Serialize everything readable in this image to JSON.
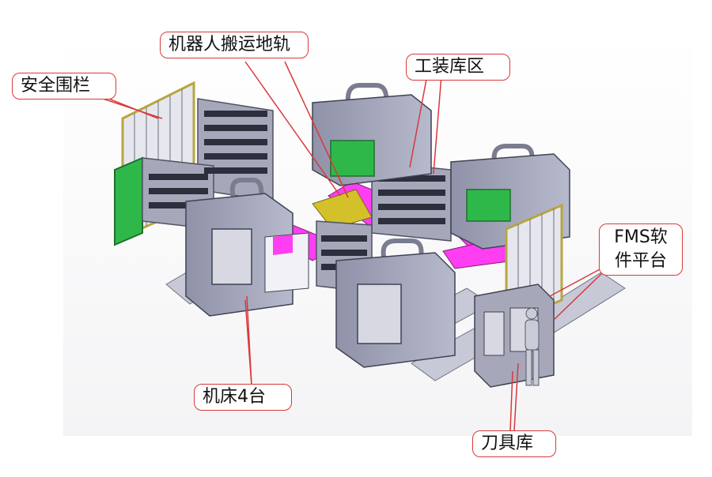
{
  "labels": {
    "fence": "安全围栏",
    "rail": "机器人搬运地轨",
    "fixture": "工装库区",
    "fms_line1": "FMS软",
    "fms_line2": "件平台",
    "machine": "机床4台",
    "tool": "刀具库"
  },
  "colors": {
    "callout": "#d9393b",
    "machine_body": "#9ea1b7",
    "magenta": "#ff3df2",
    "green_door": "#2fb84a",
    "fence_frame": "#b7a641"
  }
}
